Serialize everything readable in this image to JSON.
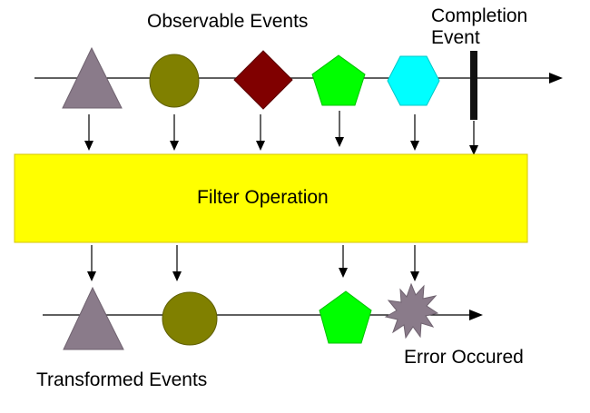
{
  "labels": {
    "observable_events": "Observable Events",
    "completion_event": "Completion Event",
    "filter_operation": "Filter Operation",
    "transformed_events": "Transformed Events",
    "error_occured": "Error Occured"
  },
  "input_events": [
    {
      "shape": "triangle",
      "color": "#8a7b8a"
    },
    {
      "shape": "circle",
      "color": "#808000"
    },
    {
      "shape": "diamond",
      "color": "#800000"
    },
    {
      "shape": "pentagon",
      "color": "#00ff00"
    },
    {
      "shape": "hexagon",
      "color": "#00ffff"
    },
    {
      "shape": "completion-bar",
      "color": "#111111"
    }
  ],
  "output_events": [
    {
      "shape": "triangle",
      "color": "#8a7b8a"
    },
    {
      "shape": "circle",
      "color": "#808000"
    },
    {
      "shape": "pentagon",
      "color": "#00ff00"
    },
    {
      "shape": "error-star",
      "color": "#8a7b8a"
    }
  ],
  "colors": {
    "filter_box": "#ffff00",
    "filter_border": "#d4c400",
    "line": "#000000"
  }
}
